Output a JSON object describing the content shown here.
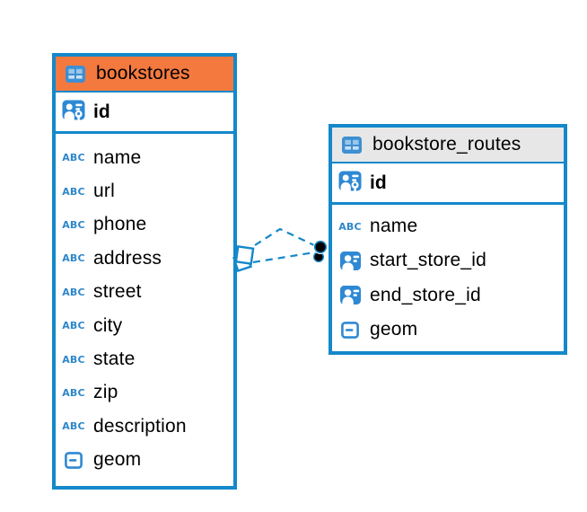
{
  "app": {
    "view": "entity-relationship-diagram"
  },
  "colors": {
    "accent_blue": "#1488CA",
    "icon_blue": "#2E89D4",
    "icon_cell_blue_top": "#98C6EC",
    "icon_cell_blue_bottom": "#C9E0F5",
    "bookstores_header_bg": "#F4793F",
    "routes_header_bg": "#E7E7E7",
    "text": "#000000"
  },
  "icons": {
    "text_type_glyph": "ABC"
  },
  "tables": [
    {
      "name": "bookstores",
      "primary_key": "id",
      "columns": [
        {
          "name": "name",
          "type": "text"
        },
        {
          "name": "url",
          "type": "text"
        },
        {
          "name": "phone",
          "type": "text"
        },
        {
          "name": "address",
          "type": "text"
        },
        {
          "name": "street",
          "type": "text"
        },
        {
          "name": "city",
          "type": "text"
        },
        {
          "name": "state",
          "type": "text"
        },
        {
          "name": "zip",
          "type": "text"
        },
        {
          "name": "description",
          "type": "text"
        },
        {
          "name": "geom",
          "type": "geometry"
        }
      ]
    },
    {
      "name": "bookstore_routes",
      "primary_key": "id",
      "columns": [
        {
          "name": "name",
          "type": "text"
        },
        {
          "name": "start_store_id",
          "type": "reference"
        },
        {
          "name": "end_store_id",
          "type": "reference"
        },
        {
          "name": "geom",
          "type": "geometry"
        }
      ]
    }
  ],
  "relations": [
    {
      "from": "bookstores",
      "to": "bookstore_routes",
      "line_style": "dashed"
    }
  ]
}
